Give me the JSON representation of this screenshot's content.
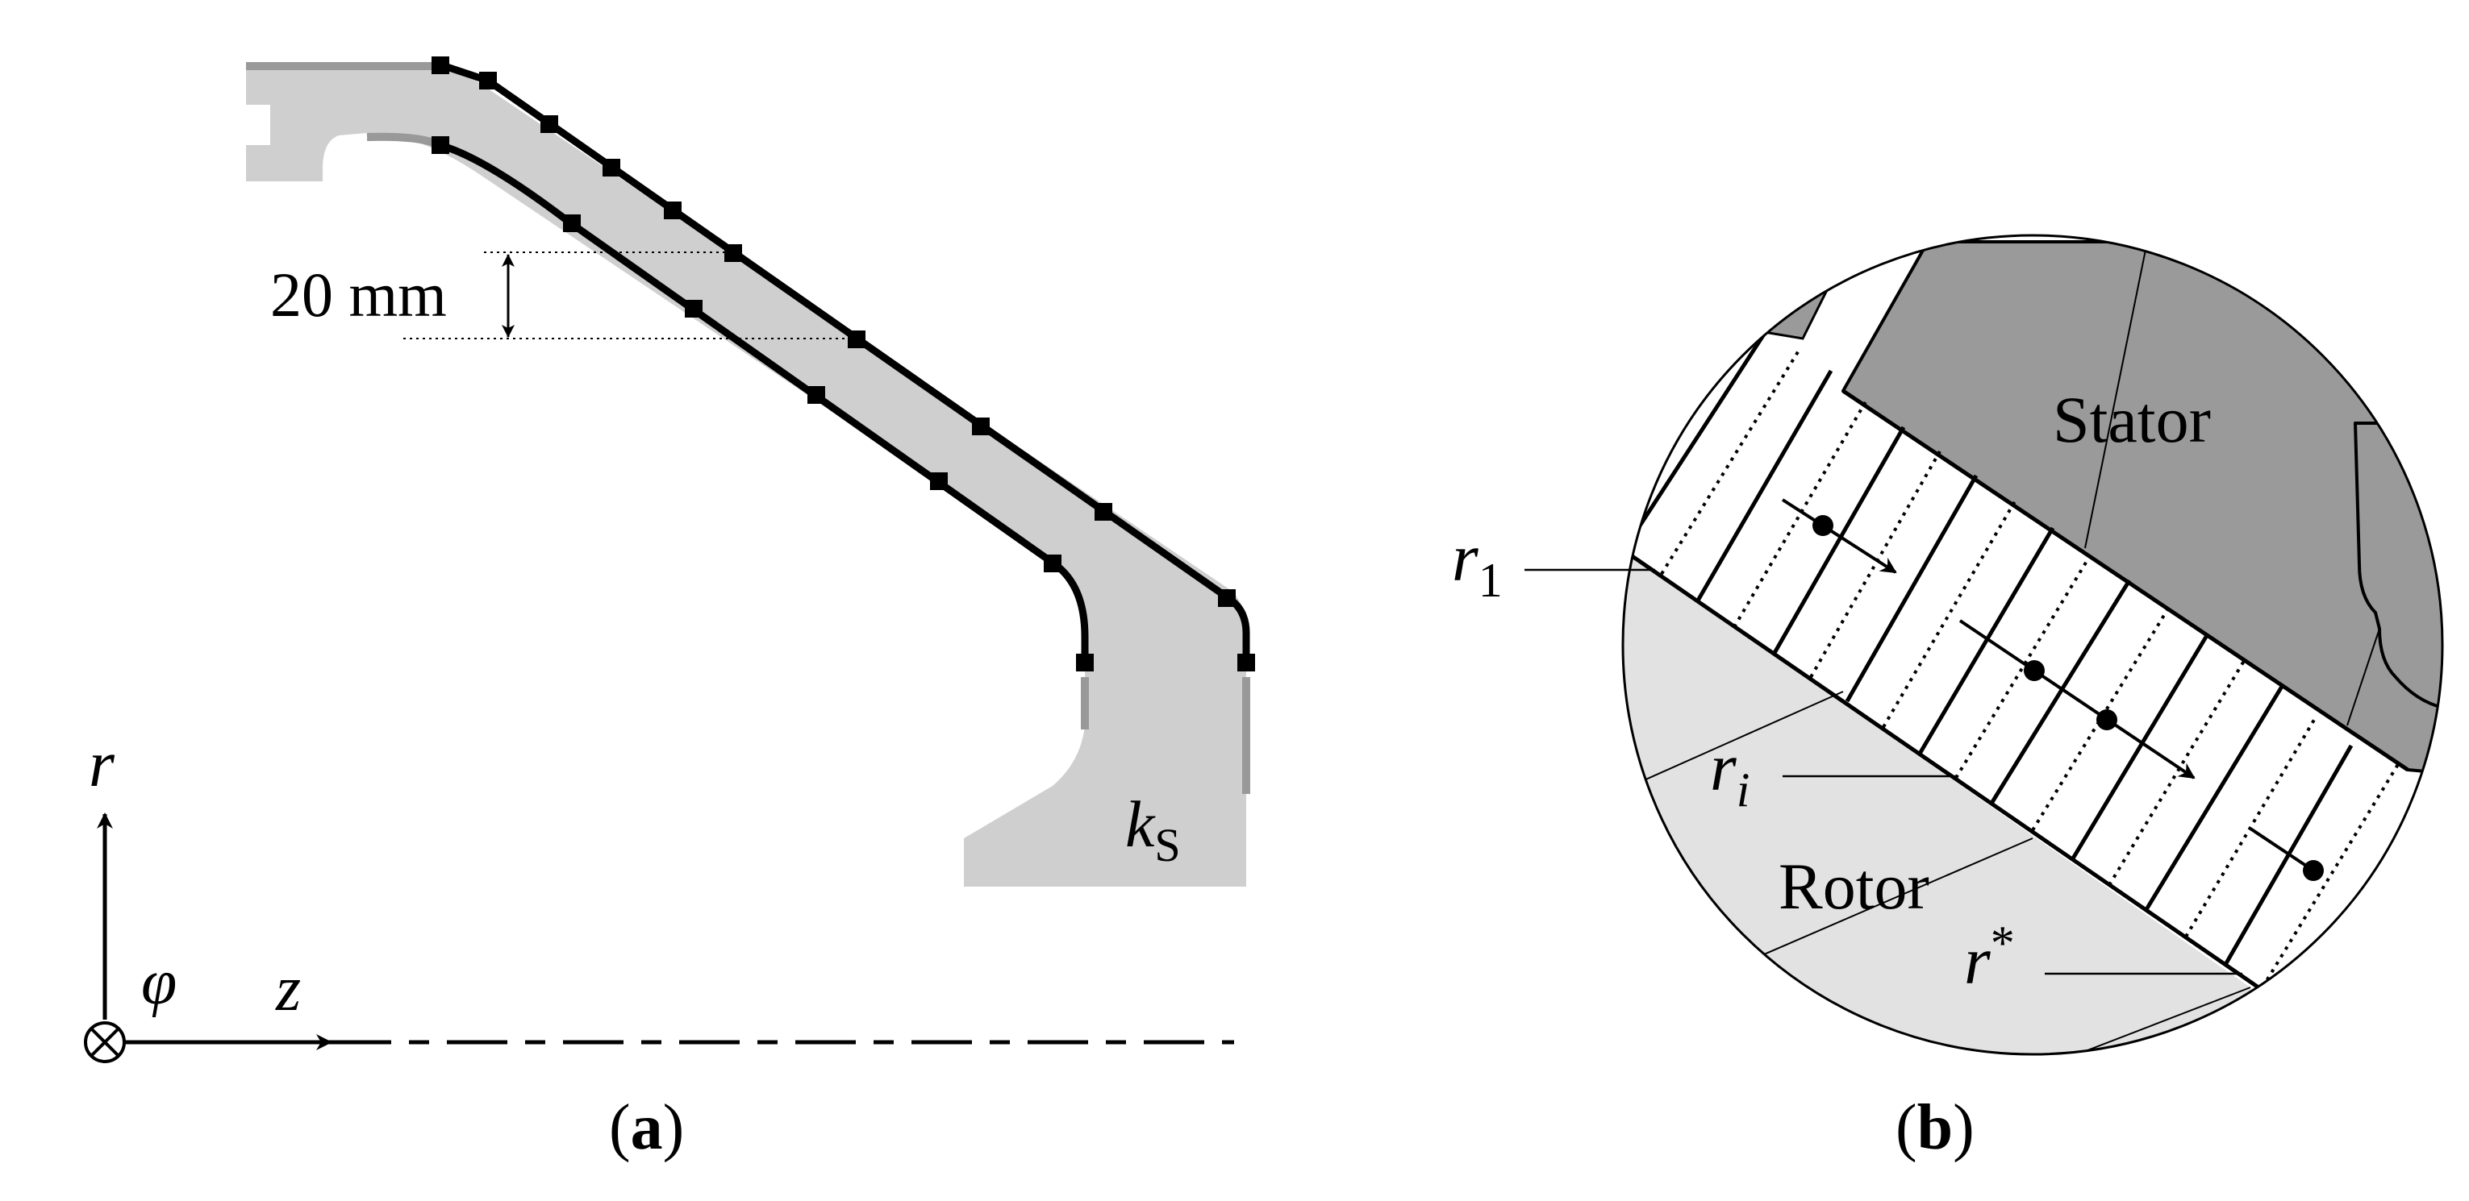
{
  "panel_a": {
    "dimension_value": "20 mm",
    "label_k": "k",
    "label_k_sub": "S",
    "axis_r": "r",
    "axis_phi": "φ",
    "axis_z": "z",
    "caption_open": "(",
    "caption_letter": "a",
    "caption_close": ")"
  },
  "panel_b": {
    "stator": "Stator",
    "rotor": "Rotor",
    "r1_base": "r",
    "r1_sub": "1",
    "ri_base": "r",
    "ri_sub": "i",
    "rstar_base": "r",
    "rstar_sup": "*",
    "caption_open": "(",
    "caption_letter": "b",
    "caption_close": ")"
  },
  "colors": {
    "light_gray": "#cfcfcf",
    "dark_gray": "#999999",
    "stroke": "#000000"
  }
}
